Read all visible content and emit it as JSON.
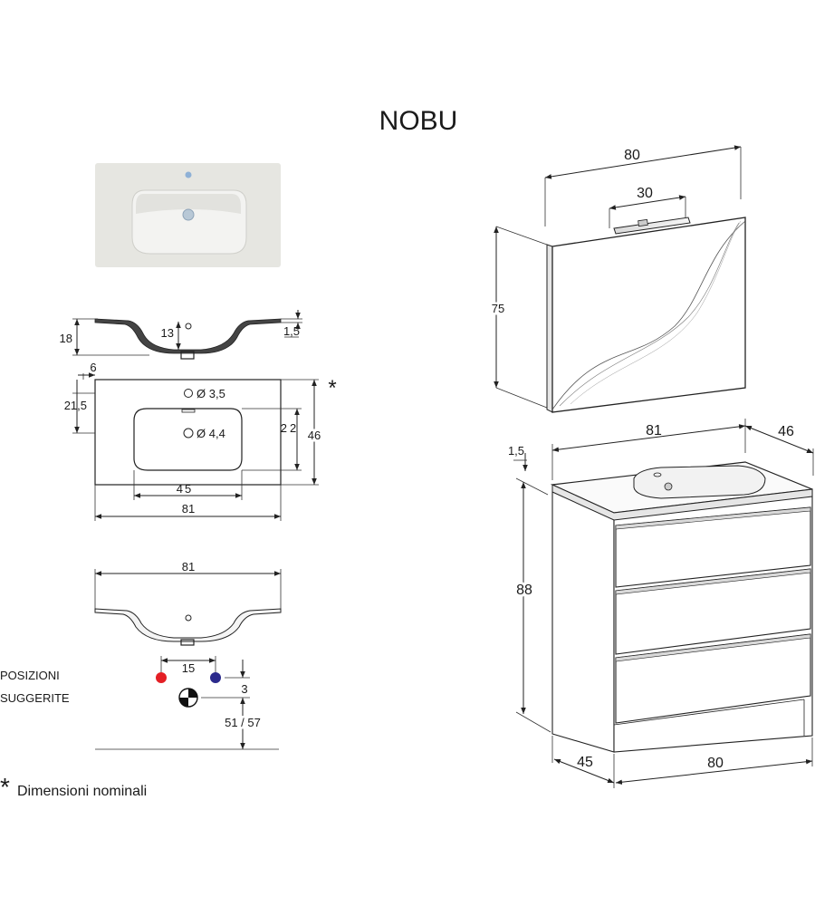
{
  "title": "NOBU",
  "colors": {
    "hot": "#e41f25",
    "cold": "#2b2a8c",
    "basin": "#e4e4df"
  },
  "basin_views": {
    "section_top": {
      "height": "18",
      "bowl_depth": "13",
      "rim": "1,5"
    },
    "plan": {
      "edge_offset": "6",
      "hole_offset": "21,5",
      "tap_hole": "Ø 3,5",
      "drain_hole": "Ø 4,4",
      "bowl_depth": "22",
      "depth": "46",
      "bowl_width": "45",
      "width": "81",
      "asterisk": "*"
    },
    "section_bottom": {
      "width": "81"
    },
    "positions": {
      "label_line1": "POSIZIONI",
      "label_line2": "SUGGERITE",
      "spacing": "15",
      "offset": "3",
      "height": "51 / 57"
    }
  },
  "mirror": {
    "width": "80",
    "lamp_width": "30",
    "height": "75"
  },
  "cabinet": {
    "top_width": "81",
    "top_depth": "46",
    "top_thickness": "1,5",
    "height": "88",
    "depth": "45",
    "width": "80"
  },
  "footnote": {
    "symbol": "*",
    "text": "Dimensioni nominali"
  }
}
